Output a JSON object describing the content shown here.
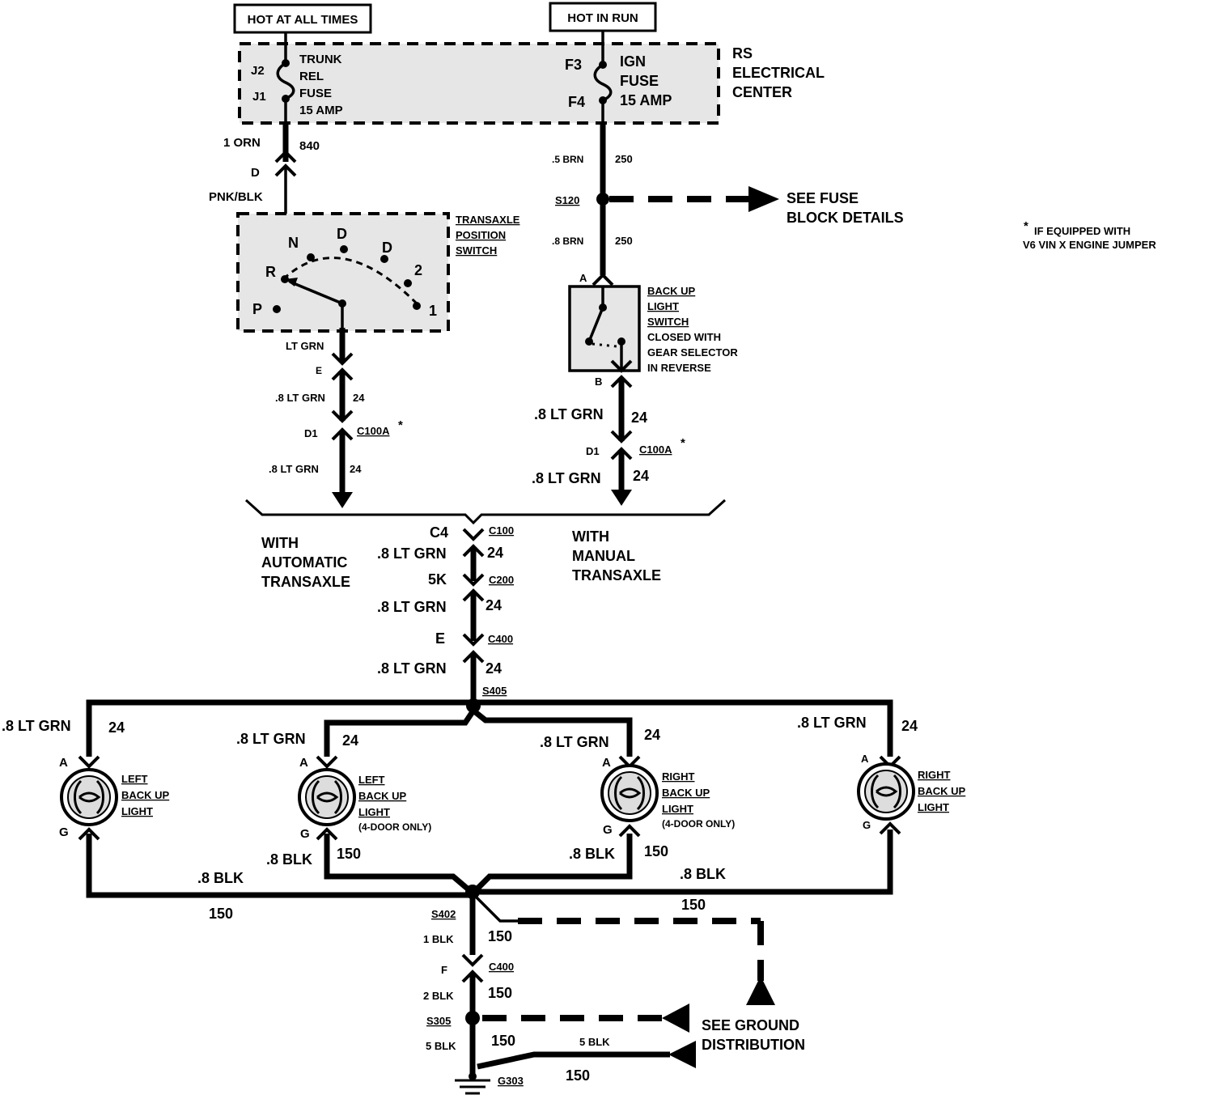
{
  "power": {
    "hot_at_all_times": "HOT AT ALL TIMES",
    "hot_in_run": "HOT IN RUN"
  },
  "electrical_center": {
    "label_l1": "RS",
    "label_l2": "ELECTRICAL",
    "label_l3": "CENTER",
    "trunk_fuse": {
      "top_pin": "J2",
      "bottom_pin": "J1",
      "l1": "TRUNK",
      "l2": "REL",
      "l3": "FUSE",
      "l4": "15 AMP"
    },
    "ign_fuse": {
      "top_pin": "F3",
      "bottom_pin": "F4",
      "l1": "IGN",
      "l2": "FUSE",
      "l3": "15 AMP"
    }
  },
  "left_branch": {
    "wire_top": {
      "size_color": "1 ORN",
      "circuit": "840"
    },
    "pin_d": "D",
    "wire_pnkblk": "PNK/BLK",
    "tps": {
      "l1": "TRANSAXLE",
      "l2": "POSITION",
      "l3": "SWITCH",
      "positions": [
        "N",
        "D",
        "D",
        "2",
        "R",
        "P",
        "1"
      ]
    },
    "wire_ltgrn": "LT GRN",
    "pin_e": "E",
    "wire_a": {
      "size_color": ".8 LT GRN",
      "circuit": "24"
    },
    "pin_d1": "D1",
    "connector": "C100A",
    "asterisk": "*",
    "wire_b": {
      "size_color": ".8 LT GRN",
      "circuit": "24"
    },
    "option": {
      "l1": "WITH",
      "l2": "AUTOMATIC",
      "l3": "TRANSAXLE"
    }
  },
  "right_branch": {
    "wire_top": {
      "size_color": ".5 BRN",
      "circuit": "250"
    },
    "splice": "S120",
    "see_fuse_l1": "SEE FUSE",
    "see_fuse_l2": "BLOCK DETAILS",
    "wire_mid": {
      "size_color": ".8 BRN",
      "circuit": "250"
    },
    "pin_a": "A",
    "pin_b": "B",
    "bus": {
      "l1": "BACK UP",
      "l2": "LIGHT",
      "l3": "SWITCH",
      "l4": "CLOSED WITH",
      "l5": "GEAR SELECTOR",
      "l6": "IN REVERSE"
    },
    "wire_a": {
      "size_color": ".8 LT GRN",
      "circuit": "24"
    },
    "pin_d1": "D1",
    "connector": "C100A",
    "asterisk": "*",
    "wire_b": {
      "size_color": ".8 LT GRN",
      "circuit": "24"
    },
    "option": {
      "l1": "WITH",
      "l2": "MANUAL",
      "l3": "TRANSAXLE"
    }
  },
  "footnote": {
    "star": "*",
    "l1": "IF EQUIPPED WITH",
    "l2": "V6 VIN X ENGINE JUMPER"
  },
  "trunk": {
    "c100_pin": "C4",
    "c100": "C100",
    "w1": {
      "size_color": ".8 LT GRN",
      "circuit": "24"
    },
    "c200_pin": "5K",
    "c200": "C200",
    "w2": {
      "size_color": ".8 LT GRN",
      "circuit": "24"
    },
    "c400_pin": "E",
    "c400": "C400",
    "w3": {
      "size_color": ".8 LT GRN",
      "circuit": "24"
    },
    "splice": "S405"
  },
  "lamps": [
    {
      "wire": ".8 LT GRN",
      "circuit": "24",
      "pin_a": "A",
      "pin_g": "G",
      "l1": "LEFT",
      "l2": "BACK UP",
      "l3": "LIGHT",
      "l4": ""
    },
    {
      "wire": ".8 LT GRN",
      "circuit": "24",
      "pin_a": "A",
      "pin_g": "G",
      "l1": "LEFT",
      "l2": "BACK UP",
      "l3": "LIGHT",
      "l4": "(4-DOOR ONLY)"
    },
    {
      "wire": ".8 LT GRN",
      "circuit": "24",
      "pin_a": "A",
      "pin_g": "G",
      "l1": "RIGHT",
      "l2": "BACK UP",
      "l3": "LIGHT",
      "l4": "(4-DOOR ONLY)"
    },
    {
      "wire": ".8 LT GRN",
      "circuit": "24",
      "pin_a": "A",
      "pin_g": "G",
      "l1": "RIGHT",
      "l2": "BACK UP",
      "l3": "LIGHT",
      "l4": ""
    }
  ],
  "ground": {
    "g1": {
      "size_color": ".8 BLK",
      "circuit": "150"
    },
    "g2": {
      "size_color": ".8 BLK",
      "circuit": "150"
    },
    "g3": {
      "size_color": ".8 BLK",
      "circuit": "150"
    },
    "g4": {
      "size_color": ".8 BLK",
      "circuit": "150"
    },
    "s402": "S402",
    "dash_circuit": "150",
    "w_1blk": {
      "size_color": "1 BLK",
      "circuit": "150"
    },
    "pin_f": "F",
    "c400": "C400",
    "w_2blk": {
      "size_color": "2 BLK",
      "circuit": "150"
    },
    "s305": "S305",
    "see_ground_l1": "SEE GROUND",
    "see_ground_l2": "DISTRIBUTION",
    "w_5blk": {
      "size_color": "5 BLK",
      "circuit": "150"
    },
    "w_5blk_right": "5 BLK",
    "g303": "G303",
    "g303_circuit": "150"
  }
}
